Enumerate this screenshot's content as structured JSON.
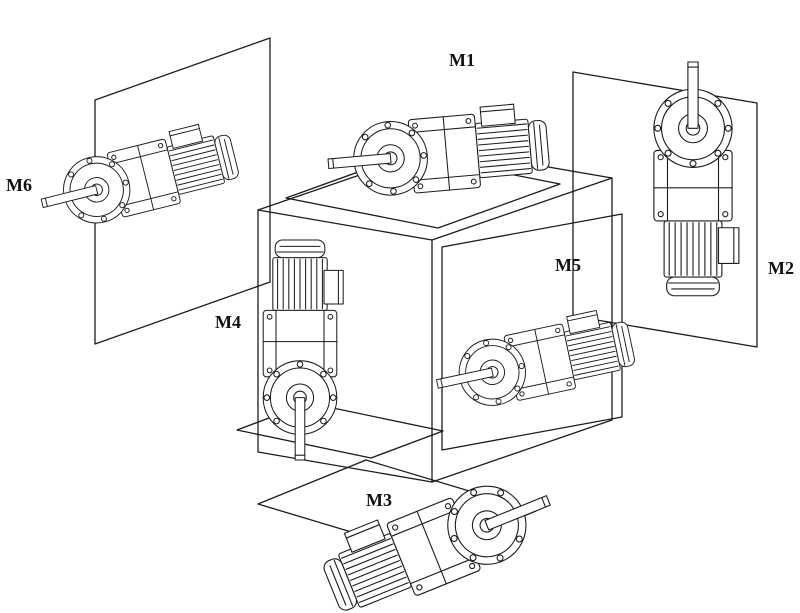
{
  "diagram": {
    "background": "#ffffff",
    "line_color": "#1c1c1c",
    "label_color": "#111111",
    "labels": [
      {
        "id": "m1",
        "text": "M1"
      },
      {
        "id": "m2",
        "text": "M2"
      },
      {
        "id": "m3",
        "text": "M3"
      },
      {
        "id": "m4",
        "text": "M4"
      },
      {
        "id": "m5",
        "text": "M5"
      },
      {
        "id": "m6",
        "text": "M6"
      }
    ]
  }
}
